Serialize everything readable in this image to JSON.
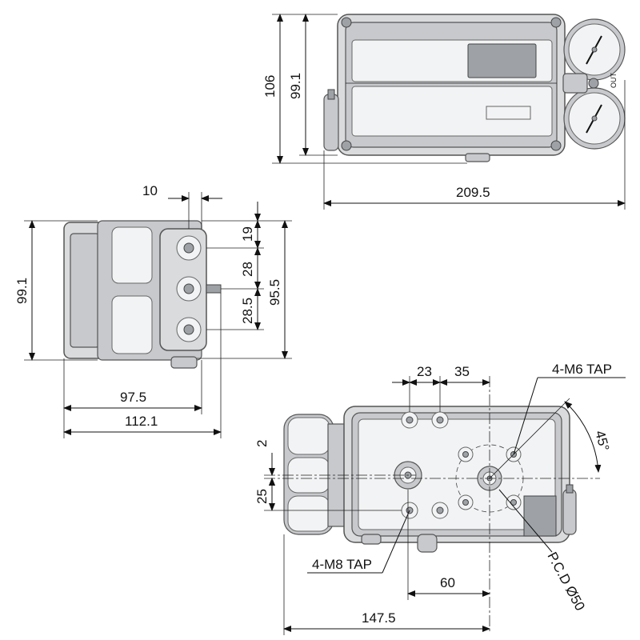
{
  "top_view": {
    "dim_height_outer": "106",
    "dim_height_inner": "99.1",
    "dim_width": "209.5",
    "gauge_label": "OUT"
  },
  "side_view": {
    "dim_port_offset": "10",
    "dim_height": "99.1",
    "dim_port_spacing_1": "19",
    "dim_port_spacing_2": "28",
    "dim_port_spacing_3": "28.5",
    "dim_total_height": "95.5",
    "dim_depth_1": "97.5",
    "dim_depth_2": "112.1"
  },
  "bottom_view": {
    "dim_23": "23",
    "dim_35": "35",
    "tap_m6": "4-M6 TAP",
    "angle": "45°",
    "dim_2": "2",
    "dim_25": "25",
    "tap_m8": "4-M8 TAP",
    "dim_60": "60",
    "pcd": "P.C.D Ø50",
    "dim_147_5": "147.5"
  }
}
